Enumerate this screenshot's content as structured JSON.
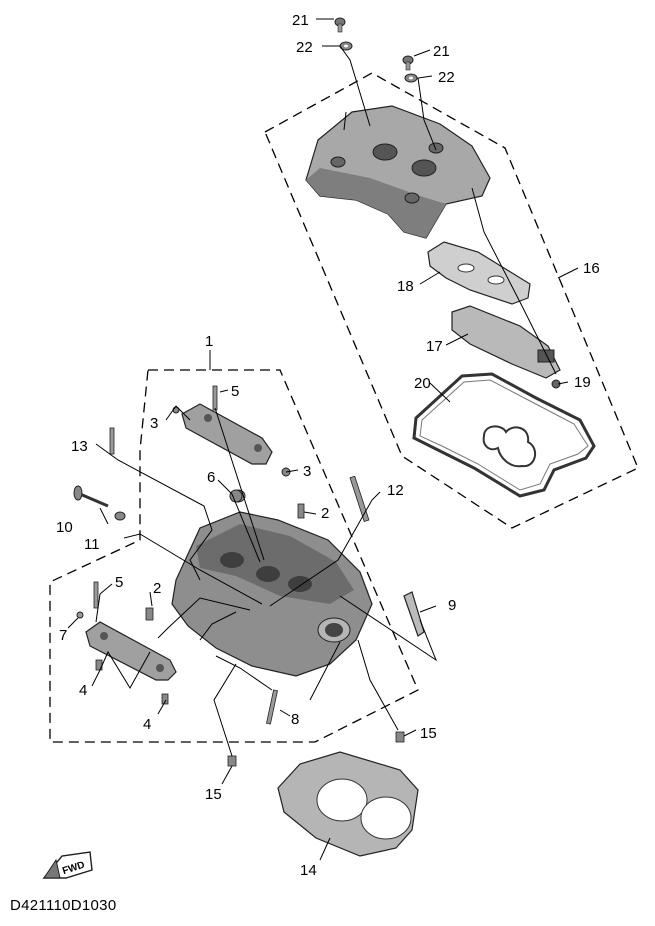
{
  "diagram_code": "D421110D1030",
  "fwd_label": "FWD",
  "callouts": {
    "c1": "1",
    "c2a": "2",
    "c2b": "2",
    "c3a": "3",
    "c3b": "3",
    "c4a": "4",
    "c4b": "4",
    "c5a": "5",
    "c5b": "5",
    "c6": "6",
    "c7": "7",
    "c8": "8",
    "c9": "9",
    "c10": "10",
    "c11": "11",
    "c12": "12",
    "c13": "13",
    "c14": "14",
    "c15a": "15",
    "c15b": "15",
    "c16": "16",
    "c17": "17",
    "c18": "18",
    "c19": "19",
    "c20": "20",
    "c21a": "21",
    "c21b": "21",
    "c22a": "22",
    "c22b": "22"
  }
}
